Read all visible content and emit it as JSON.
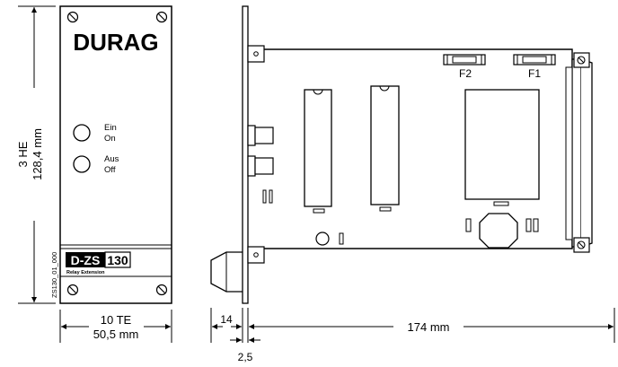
{
  "front_panel": {
    "brand": "DURAG",
    "led_on_label_de": "Ein",
    "led_on_label_en": "On",
    "led_off_label_de": "Aus",
    "led_off_label_en": "Off",
    "model_prefix": "D-ZS",
    "model_number": "130",
    "model_subtitle": "Relay Extension"
  },
  "drawing_id": "ZS130_01_000",
  "dimensions": {
    "height_units": "3 HE",
    "height_mm": "128,4 mm",
    "width_units": "10 TE",
    "width_mm": "50,5 mm",
    "handle_depth": "14",
    "panel_thickness": "2,5",
    "board_length": "174 mm"
  },
  "pcb": {
    "fuse_2_label": "F2",
    "fuse_1_label": "F1"
  }
}
